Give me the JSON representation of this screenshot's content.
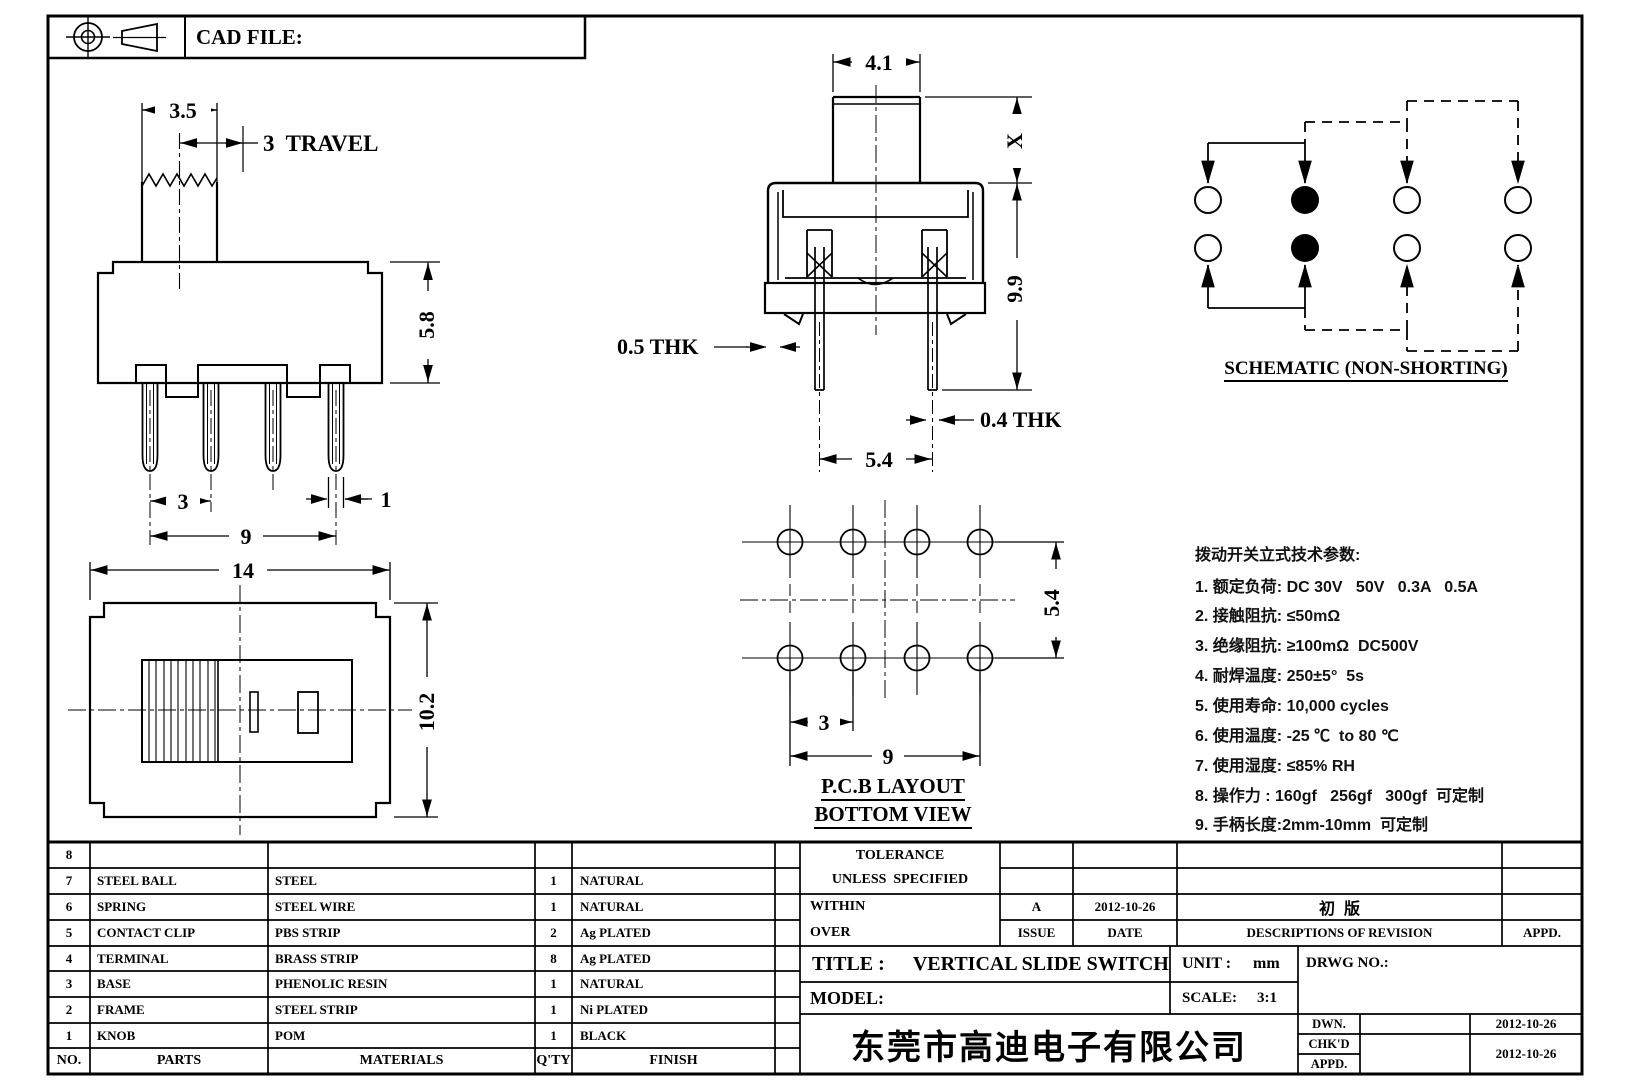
{
  "sheet": {
    "cad_file_label": "CAD FILE:"
  },
  "front_view": {
    "dim_knob_width": "3.5",
    "dim_travel": "3  TRAVEL",
    "dim_body_height": "5.8",
    "dim_pin_pitch": "3",
    "dim_pin_width": "1",
    "dim_pin_span": "9",
    "dim_overall_width": "14",
    "dim_overall_depth": "10.2"
  },
  "side_view": {
    "dim_knob_width": "4.1",
    "dim_knob_height": "X",
    "dim_total_height": "9.9",
    "dim_frame_thickness": "0.5 THK",
    "dim_terminal_thickness": "0.4 THK",
    "dim_pin_spacing": "5.4"
  },
  "pcb_layout": {
    "dim_pitch": "3",
    "dim_span": "9",
    "dim_row_spacing": "5.4",
    "caption_line1": "P.C.B LAYOUT",
    "caption_line2": "BOTTOM VIEW"
  },
  "schematic": {
    "caption": "SCHEMATIC (NON-SHORTING)"
  },
  "tech_params": {
    "title": "拨动开关立式技术参数:",
    "items": [
      "1. 额定负荷: DC 30V   50V   0.3A   0.5A",
      "2. 接触阻抗: ≤50mΩ",
      "3. 绝缘阻抗: ≥100mΩ  DC500V",
      "4. 耐焊温度: 250±5°  5s",
      "5. 使用寿命: 10,000 cycles",
      "6. 使用温度: -25 ℃  to 80 ℃",
      "7. 使用湿度: ≤85% RH",
      "8. 操作力 : 160gf   256gf   300gf  可定制",
      "9. 手柄长度:2mm-10mm  可定制"
    ]
  },
  "parts_table": {
    "headers": {
      "no": "NO.",
      "parts": "PARTS",
      "materials": "MATERIALS",
      "qty": "Q'TY",
      "finish": "FINISH"
    },
    "rows": [
      {
        "no": "8",
        "parts": "",
        "materials": "",
        "qty": "",
        "finish": ""
      },
      {
        "no": "7",
        "parts": "STEEL BALL",
        "materials": "STEEL",
        "qty": "1",
        "finish": "NATURAL"
      },
      {
        "no": "6",
        "parts": "SPRING",
        "materials": "STEEL WIRE",
        "qty": "1",
        "finish": "NATURAL"
      },
      {
        "no": "5",
        "parts": "CONTACT CLIP",
        "materials": "PBS STRIP",
        "qty": "2",
        "finish": "Ag PLATED"
      },
      {
        "no": "4",
        "parts": "TERMINAL",
        "materials": "BRASS STRIP",
        "qty": "8",
        "finish": "Ag PLATED"
      },
      {
        "no": "3",
        "parts": "BASE",
        "materials": "PHENOLIC RESIN",
        "qty": "1",
        "finish": "NATURAL"
      },
      {
        "no": "2",
        "parts": "FRAME",
        "materials": "STEEL STRIP",
        "qty": "1",
        "finish": "Ni PLATED"
      },
      {
        "no": "1",
        "parts": "KNOB",
        "materials": "POM",
        "qty": "1",
        "finish": "BLACK"
      }
    ]
  },
  "revision_block": {
    "tolerance_line1": "TOLERANCE",
    "tolerance_line2": "UNLESS  SPECIFIED",
    "within_label": "WITHIN",
    "over_label": "OVER",
    "issue_value": "A",
    "issue_date": "2012-10-26",
    "revision_description": "初  版",
    "issue_label": "ISSUE",
    "date_label": "DATE",
    "descriptions_label": "DESCRIPTIONS OF REVISION",
    "appd_label": "APPD."
  },
  "title_block": {
    "title_label": "TITLE :",
    "title_value": "VERTICAL SLIDE SWITCH",
    "unit_label": "UNIT :",
    "unit_value": "mm",
    "drwg_no_label": "DRWG NO.:",
    "model_label": "MODEL:",
    "scale_label": "SCALE:",
    "scale_value": "3:1",
    "company_name": "东莞市高迪电子有限公司",
    "dwn_label": "DWN.",
    "chkd_label": "CHK'D",
    "appd_label": "APPD.",
    "dwn_date": "2012-10-26",
    "chkd_date": "2012-10-26"
  }
}
